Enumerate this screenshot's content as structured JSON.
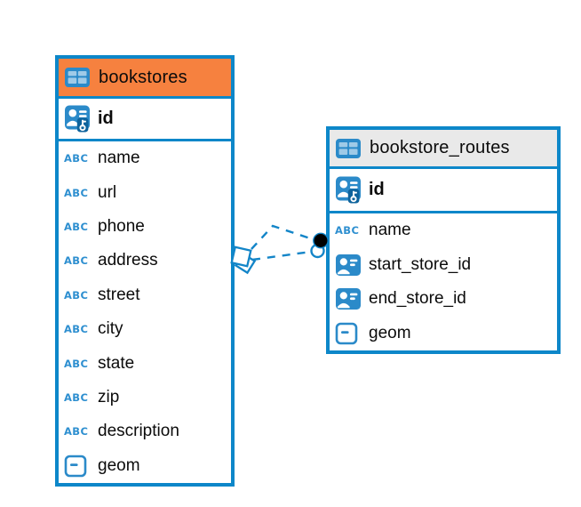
{
  "diagram": {
    "kind": "entity-relationship",
    "colors": {
      "table_border": "#0d87c9",
      "selected_header": "#f6813f",
      "default_header": "#e9e9e9",
      "icon_blue": "#2b8ac9",
      "relation_line": "#1385c8",
      "text": "#0b0b0b"
    },
    "icons": {
      "text_type_label": "ABC"
    },
    "tables": [
      {
        "name": "bookstores",
        "selected": true,
        "columns": [
          {
            "name": "id",
            "type": "primary-key"
          },
          {
            "name": "name",
            "type": "text"
          },
          {
            "name": "url",
            "type": "text"
          },
          {
            "name": "phone",
            "type": "text"
          },
          {
            "name": "address",
            "type": "text"
          },
          {
            "name": "street",
            "type": "text"
          },
          {
            "name": "city",
            "type": "text"
          },
          {
            "name": "state",
            "type": "text"
          },
          {
            "name": "zip",
            "type": "text"
          },
          {
            "name": "description",
            "type": "text"
          },
          {
            "name": "geom",
            "type": "geometry"
          }
        ]
      },
      {
        "name": "bookstore_routes",
        "selected": false,
        "columns": [
          {
            "name": "id",
            "type": "primary-key"
          },
          {
            "name": "name",
            "type": "text"
          },
          {
            "name": "start_store_id",
            "type": "foreign-key"
          },
          {
            "name": "end_store_id",
            "type": "foreign-key"
          },
          {
            "name": "geom",
            "type": "geometry"
          }
        ]
      }
    ],
    "relationships": [
      {
        "from_table": "bookstores",
        "to_table": "bookstore_routes",
        "style": "dashed"
      },
      {
        "from_table": "bookstores",
        "to_table": "bookstore_routes",
        "style": "dashed"
      }
    ]
  }
}
